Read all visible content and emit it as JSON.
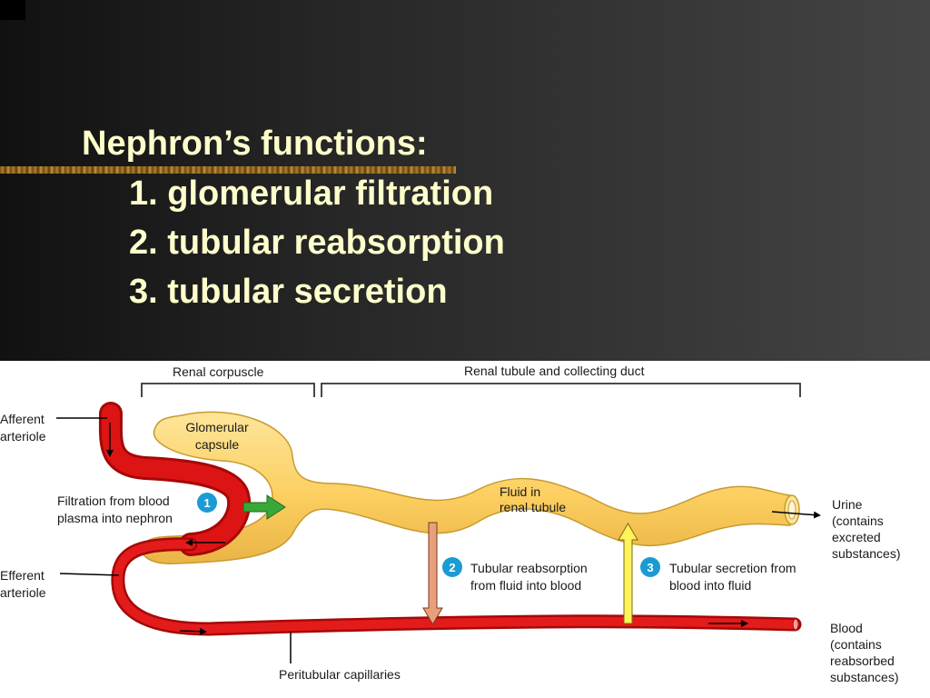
{
  "slide": {
    "title": "Nephron’s functions:",
    "items": [
      "1. glomerular filtration",
      "2. tubular reabsorption",
      "3. tubular secretion"
    ]
  },
  "diagram": {
    "labels": {
      "renal_corpuscle": "Renal corpuscle",
      "renal_tubule": "Renal tubule and collecting duct",
      "afferent": [
        "Afferent",
        "arteriole"
      ],
      "efferent": [
        "Efferent",
        "arteriole"
      ],
      "glomerular_capsule": [
        "Glomerular",
        "capsule"
      ],
      "filtration": [
        "Filtration from blood",
        "plasma into nephron"
      ],
      "fluid": [
        "Fluid in",
        "renal tubule"
      ],
      "reabsorption": [
        "Tubular reabsorption",
        "from fluid into blood"
      ],
      "secretion": [
        "Tubular secretion from",
        "blood into fluid"
      ],
      "urine": [
        "Urine",
        "(contains",
        "excreted",
        "substances)"
      ],
      "blood": [
        "Blood",
        "(contains",
        "reabsorbed",
        "substances)"
      ],
      "peritubular": "Peritubular capillaries"
    },
    "badges": [
      "1",
      "2",
      "3"
    ]
  },
  "colors": {
    "title_text": "#ffffcc",
    "tubule_fill": "#fdd36b",
    "tubule_stroke": "#c79a30",
    "vessel_red": "#dd1414",
    "badge_blue": "#1b9bd4",
    "filtration_arrow": "#39a839",
    "reabsorption_arrow": "#e8a07c",
    "secretion_arrow": "#fff25a"
  }
}
